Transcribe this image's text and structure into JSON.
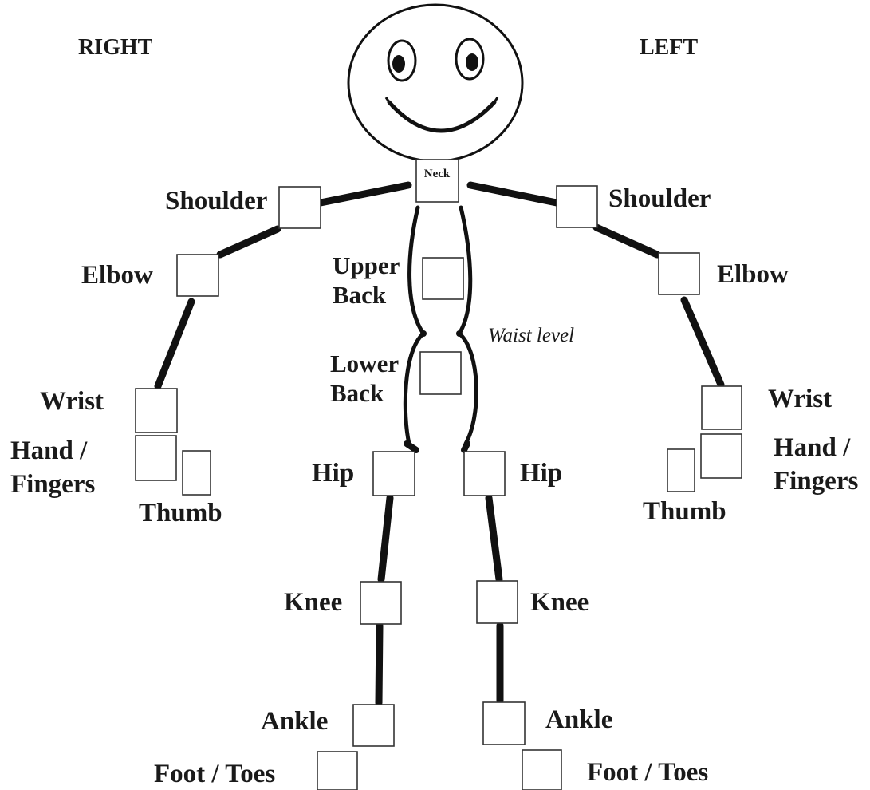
{
  "sides": {
    "right": "RIGHT",
    "left": "LEFT"
  },
  "labels": {
    "neck": "Neck",
    "shoulder_r": "Shoulder",
    "shoulder_l": "Shoulder",
    "elbow_r": "Elbow",
    "elbow_l": "Elbow",
    "upper_back_1": "Upper",
    "upper_back_2": "Back",
    "lower_back_1": "Lower",
    "lower_back_2": "Back",
    "waist": "Waist level",
    "wrist_r": "Wrist",
    "wrist_l": "Wrist",
    "hand_r_1": "Hand /",
    "hand_r_2": "Fingers",
    "hand_l_1": "Hand /",
    "hand_l_2": "Fingers",
    "thumb_r": "Thumb",
    "thumb_l": "Thumb",
    "hip_r": "Hip",
    "hip_l": "Hip",
    "knee_r": "Knee",
    "knee_l": "Knee",
    "ankle_r": "Ankle",
    "ankle_l": "Ankle",
    "foot_r": "Foot / Toes",
    "foot_l": "Foot / Toes"
  },
  "colors": {
    "ink": "#111111",
    "paper": "#ffffff"
  }
}
